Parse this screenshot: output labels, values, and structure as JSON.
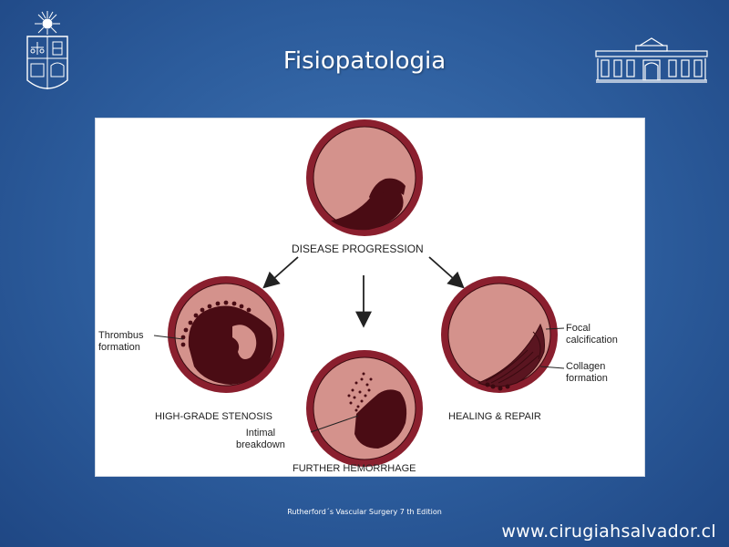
{
  "slide": {
    "title": "Fisiopatologia",
    "citation": "Rutherford´s Vascular Surgery 7 th Edition",
    "website": "www.cirugiahsalvador.cl"
  },
  "diagram": {
    "labels": {
      "disease_progression": "DISEASE PROGRESSION",
      "high_grade_stenosis": "HIGH-GRADE STENOSIS",
      "further_hemorrhage": "FURTHER HEMORRHAGE",
      "healing_repair": "HEALING & REPAIR",
      "thrombus_formation_line1": "Thrombus",
      "thrombus_formation_line2": "formation",
      "intimal_breakdown_line1": "Intimal",
      "intimal_breakdown_line2": "breakdown",
      "focal_calcification_line1": "Focal",
      "focal_calcification_line2": "calcification",
      "collagen_formation_line1": "Collagen",
      "collagen_formation_line2": "formation"
    },
    "colors": {
      "vessel_wall": "#8a1f2e",
      "lumen": "#d4928c",
      "plaque": "#4a0c14",
      "background": "#2c5c9c"
    }
  }
}
